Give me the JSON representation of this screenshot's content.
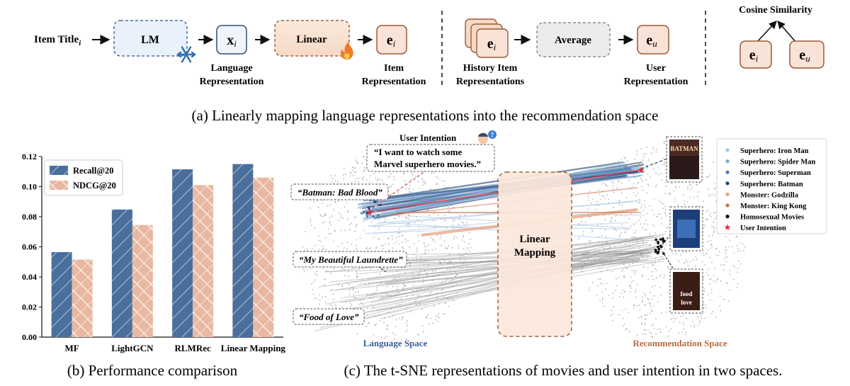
{
  "panel_a": {
    "caption": "(a) Linearly mapping language representations into the recommendation space",
    "item_title": "Item Title",
    "item_title_sub": "i",
    "lm_label": "LM",
    "x_symbol": "x",
    "x_sub": "i",
    "language_rep_line1": "Language",
    "language_rep_line2": "Representation",
    "linear_label": "Linear",
    "e_symbol": "e",
    "e_sub_i": "i",
    "e_sub_u": "u",
    "item_rep_line1": "Item",
    "item_rep_line2": "Representation",
    "history_line1": "History Item",
    "history_line2": "Representations",
    "average_label": "Average",
    "user_rep_line1": "User",
    "user_rep_line2": "Representation",
    "cosine_label": "Cosine Similarity"
  },
  "panel_b": {
    "caption": "(b) Performance comparison"
  },
  "panel_c": {
    "caption": "(c) The t-SNE representations of movies and user intention in two spaces.",
    "user_intention_label": "User Intention",
    "user_quote_line1": "“I want to watch some",
    "user_quote_line2": "Marvel superhero movies.”",
    "quote_batman": "“Batman: Bad Blood”",
    "quote_laundrette": "“My Beautiful Laundrette”",
    "quote_food": "“Food of Love”",
    "linear_mapping_line1": "Linear",
    "linear_mapping_line2": "Mapping",
    "language_space": "Language Space",
    "recommendation_space": "Recommendation Space",
    "poster_batman": "BATMAN",
    "poster_food_line1": "food",
    "poster_food_line2": "love",
    "legend": [
      {
        "label": "Superhero: Iron Man",
        "color": "#a9c6e3",
        "marker": "dot"
      },
      {
        "label": "Superhero: Spider Man",
        "color": "#7fa6cf",
        "marker": "dot"
      },
      {
        "label": "Superhero: Superman",
        "color": "#4f79ad",
        "marker": "dot"
      },
      {
        "label": "Superhero: Batman",
        "color": "#24446f",
        "marker": "dot"
      },
      {
        "label": "Monster: Godzilla",
        "color": "#e8a886",
        "marker": "dot"
      },
      {
        "label": "Monster: King Kong",
        "color": "#d06e45",
        "marker": "dot"
      },
      {
        "label": "Homosexual Movies",
        "color": "#111111",
        "marker": "dot"
      },
      {
        "label": "User Intention",
        "color": "#e0283a",
        "marker": "star"
      }
    ]
  },
  "chart_data": {
    "type": "bar",
    "categories": [
      "MF",
      "LightGCN",
      "RLMRec",
      "Linear Mapping"
    ],
    "series": [
      {
        "name": "Recall@20",
        "values": [
          0.0565,
          0.0848,
          0.1115,
          0.115
        ],
        "color": "#4a6f9c"
      },
      {
        "name": "NDCG@20",
        "values": [
          0.0515,
          0.0745,
          0.101,
          0.106
        ],
        "color": "#e8b8a0"
      }
    ],
    "ylim": [
      0,
      0.12
    ],
    "yticks": [
      "0.00",
      "0.02",
      "0.04",
      "0.06",
      "0.08",
      "0.10",
      "0.12"
    ],
    "ytick_values": [
      0,
      0.02,
      0.04,
      0.06,
      0.08,
      0.1,
      0.12
    ],
    "legend_position": "top-left",
    "grid": false
  }
}
